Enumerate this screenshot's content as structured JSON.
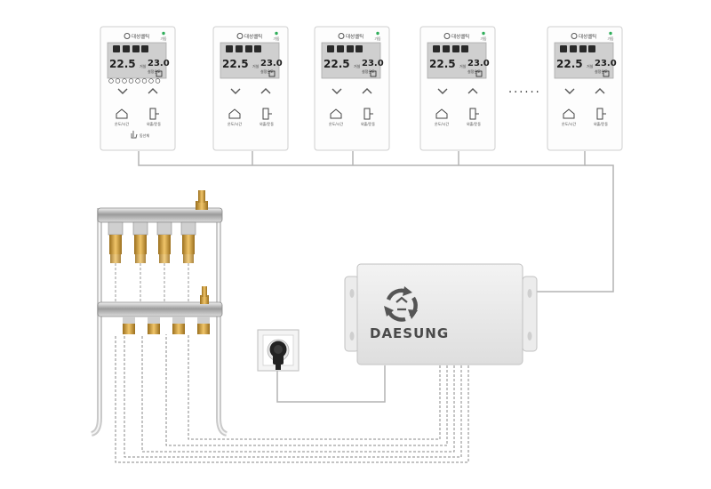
{
  "colors": {
    "background": "#ffffff",
    "wire_solid": "#b4b4b4",
    "wire_dashed": "#8a8a8a",
    "thermostat_body": "#fdfdfd",
    "thermostat_border": "#cfcfcf",
    "lcd_bg": "#cfcfcf",
    "lcd_ink": "#222222",
    "controller_body": "#e9e9e9",
    "controller_border": "#c2c2c2",
    "brand_text": "#4a4a4a",
    "brass": "#c89a3a",
    "chrome": "#b8b8b8",
    "status_led": "#2fae5a"
  },
  "thermostats": [
    {
      "brand": "대성쎌틱",
      "current_temp": "22.5",
      "set_temp": "23.0",
      "mode_label": "거실",
      "set_label": "설정온도",
      "has_touch_hint": true
    },
    {
      "brand": "대성쎌틱",
      "current_temp": "22.5",
      "set_temp": "23.0",
      "mode_label": "거실",
      "set_label": "설정온도",
      "has_touch_hint": false
    },
    {
      "brand": "대성쎌틱",
      "current_temp": "22.5",
      "set_temp": "23.0",
      "mode_label": "거실",
      "set_label": "설정온도",
      "has_touch_hint": false
    },
    {
      "brand": "대성쎌틱",
      "current_temp": "22.5",
      "set_temp": "23.0",
      "mode_label": "거실",
      "set_label": "설정온도",
      "has_touch_hint": false
    },
    {
      "brand": "대성쎌틱",
      "current_temp": "22.5",
      "set_temp": "23.0",
      "mode_label": "거실",
      "set_label": "설정온도",
      "has_touch_hint": false
    }
  ],
  "thermostat_labels": {
    "led_label": "가동",
    "home_button": "온도/시간",
    "out_button": "외출/운동",
    "touch_hint": "동선체"
  },
  "ellipsis": "......",
  "controller": {
    "brand_name": "DAESUNG"
  },
  "icons": {
    "brand_logo": "daesung-recycle-logo-icon",
    "down": "chevron-down-icon",
    "up": "chevron-up-icon",
    "home": "home-icon",
    "out": "door-exit-icon",
    "touch": "hand-touch-icon",
    "outlet": "power-outlet-icon",
    "plug": "power-plug-icon"
  }
}
